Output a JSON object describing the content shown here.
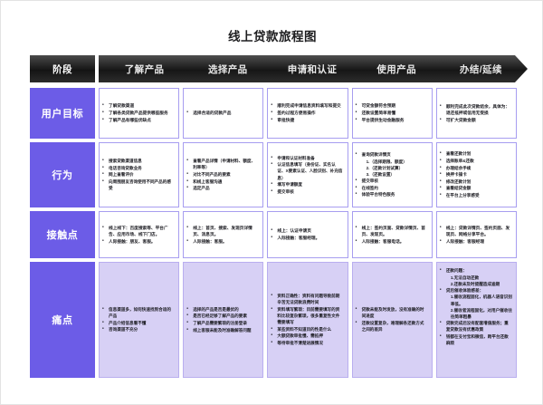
{
  "title": "线上贷款旅程图",
  "colors": {
    "accent": "#6c5ce7",
    "cell_border": "#a79df0",
    "pain_fill": "#d7d0f5",
    "stage_dark": "#161616"
  },
  "stages": [
    {
      "label": "阶段"
    },
    {
      "label": "了解产品"
    },
    {
      "label": "选择产品"
    },
    {
      "label": "申请和认证"
    },
    {
      "label": "使用产品"
    },
    {
      "label": "办结/延续"
    }
  ],
  "rows": [
    {
      "label": "用户目标",
      "cells": [
        {
          "items": [
            {
              "text": "了解贷款渠道"
            },
            {
              "text": "了解各类贷款产品提供哪些服务"
            },
            {
              "text": "了解产品有哪些优缺点"
            }
          ]
        },
        {
          "items": [
            {
              "text": "选择合适的贷款产品"
            }
          ]
        },
        {
          "items": [
            {
              "text": "顺利完成申请信息资料填写和提交"
            },
            {
              "text": "签约过程方便易操作"
            },
            {
              "text": "审批快捷"
            }
          ]
        },
        {
          "items": [
            {
              "text": "可贷金额符合预期"
            },
            {
              "text": "还款设置简单易懂"
            },
            {
              "text": "平台提供生动金融服务"
            }
          ]
        },
        {
          "items": [
            {
              "text": "顺利完成此次贷款结余，具体为：退还抵押或信用无受损"
            },
            {
              "text": "可扩大贷款金额"
            }
          ]
        }
      ]
    },
    {
      "label": "行为",
      "cells": [
        {
          "items": [
            {
              "text": "搜索贷款渠道信息"
            },
            {
              "text": "电话咨询贷款业务"
            },
            {
              "text": "网上查看评价"
            },
            {
              "text": "向周围朋友咨询使用不同产品的感受"
            }
          ]
        },
        {
          "items": [
            {
              "text": "查看产品详情（申请材料、额度、利率等）"
            },
            {
              "text": "对比不同产品的要素"
            },
            {
              "text": "和线上客服沟通"
            },
            {
              "text": "选定产品"
            }
          ]
        },
        {
          "items": [
            {
              "text": "申请和认证材料准备"
            },
            {
              "text": "认证信息填写（身份证、实名认证、X要素认证、人脸识别、补充信息）"
            },
            {
              "text": "填写申请额度"
            },
            {
              "text": "提交审核"
            }
          ]
        },
        {
          "items": [
            {
              "text": "查询贷款详情页"
            },
            {
              "text": "1.（选择期限、额度）",
              "style": "sub"
            },
            {
              "text": "2.（还款计划试算）",
              "style": "sub"
            },
            {
              "text": "3.（还款设置）",
              "style": "sub"
            },
            {
              "text": "提交审核"
            },
            {
              "text": "在线签约"
            },
            {
              "text": "体验平台特色服务"
            }
          ]
        },
        {
          "items": [
            {
              "text": "查看还款计划"
            },
            {
              "text": "选择账单&还款"
            },
            {
              "text": "办理结余手续"
            },
            {
              "text": "换押卡操卡"
            },
            {
              "text": "修改还款计划"
            },
            {
              "text": "查看结贷金额"
            },
            {
              "text": "在平台上分享感受"
            }
          ]
        }
      ]
    },
    {
      "label": "接触点",
      "cells": [
        {
          "items": [
            {
              "text": "线上线下：百度搜索等、平台广告、应用市场、线下门店。"
            },
            {
              "text": "人际接触：朋友、客服。"
            }
          ]
        },
        {
          "items": [
            {
              "text": "线上：首页、搜索、发现页详情页、消息页。"
            },
            {
              "text": "人际接触：客服。"
            }
          ]
        },
        {
          "items": [
            {
              "text": "线上：认证申请页"
            },
            {
              "text": "人际接触：客服经理。"
            }
          ]
        },
        {
          "items": [
            {
              "text": "线上：签约页面、贷款详情页、首页、发现页。"
            },
            {
              "text": "人际接触：客服电话。"
            }
          ]
        },
        {
          "items": [
            {
              "text": "线上：贷款详情页、签约页面、发现页、网络分享平台。"
            },
            {
              "text": "人际接触：客服经理"
            }
          ]
        }
      ]
    },
    {
      "label": "痛点",
      "cells": [
        {
          "align": "center",
          "items": [
            {
              "text": "信息渠道多，如何快速找到合适的产品"
            },
            {
              "text": "产品介绍信息看不懂"
            },
            {
              "text": "咨询渠道不充分"
            }
          ]
        },
        {
          "align": "center",
          "items": [
            {
              "text": "选择的产品是否是最优的"
            },
            {
              "text": "是否已经足够了解产品的要素"
            },
            {
              "text": "了解产品需要繁琐的注册登录"
            },
            {
              "text": "线上客服未能及时准确解答问题"
            }
          ]
        },
        {
          "align": "center",
          "items": [
            {
              "text": "资料正确性：资料有问题导致前期辛苦无法贷款浪费时间"
            },
            {
              "text": "资料填写繁琐：目前需要填写的资料比较复杂繁琐，很多重复性文件需要填写"
            },
            {
              "text": "某些资料不知道目的性是什么"
            },
            {
              "text": "大额贷款审批慢、需抵押"
            },
            {
              "text": "等待审批不清楚进展情况"
            }
          ]
        },
        {
          "align": "center",
          "items": [
            {
              "text": "贷款未能及时发放，没有准确的时间进度"
            },
            {
              "text": "还款设置复杂，难理解各还款方式之间的差异"
            }
          ]
        },
        {
          "items": [
            {
              "text": "还款问题："
            },
            {
              "text": "1.无法自动还款",
              "style": "sub"
            },
            {
              "text": "2.还款未及时提醒造成逾期",
              "style": "sub"
            },
            {
              "text": "贷后催收体验感差："
            },
            {
              "text": "1.催收流程固化，机器人语音识别率低。",
              "style": "sub"
            },
            {
              "text": "2.催收者流程固化，对用户催收往往简单粗暴",
              "style": "sub"
            },
            {
              "text": "贷款完成后没有配套增值服务；重复贷款没有优惠政策"
            },
            {
              "text": "钱都在支付宝和微信，跨平台还款麻烦"
            }
          ]
        }
      ]
    }
  ]
}
